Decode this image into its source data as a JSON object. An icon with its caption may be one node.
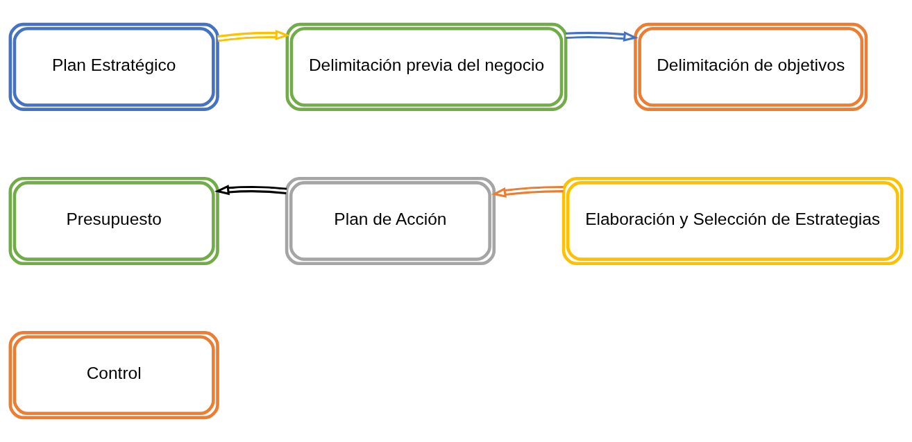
{
  "diagram": {
    "nodes": [
      {
        "text": [
          "Plan Estratégico"
        ]
      },
      {
        "text": [
          "Delimitación previa del negocio"
        ]
      },
      {
        "text": [
          "Delimitación de objetivos"
        ]
      },
      {
        "text": [
          "Presupuesto"
        ]
      },
      {
        "text": [
          "Plan de Acción"
        ]
      },
      {
        "text": [
          "Elaboración y Selección de Estrategias"
        ]
      },
      {
        "text": [
          "Control"
        ]
      }
    ],
    "edges": [
      {
        "from": 0,
        "to": 1,
        "arrow": "to",
        "color": "#ffc000"
      },
      {
        "from": 1,
        "to": 2,
        "arrow": "to",
        "color": "#4472c4"
      },
      {
        "from": 5,
        "to": 4,
        "arrow": "to",
        "color": "#ed7d31"
      },
      {
        "from": 4,
        "to": 3,
        "arrow": "to",
        "color": "#000000"
      }
    ]
  }
}
